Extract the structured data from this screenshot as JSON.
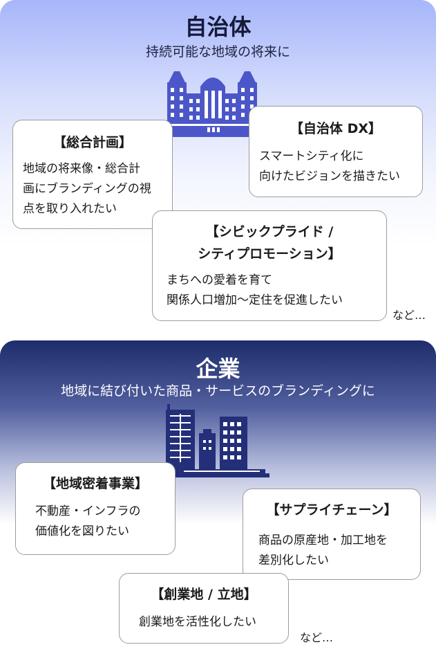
{
  "government": {
    "title": "自治体",
    "subtitle": "持続可能な地域の将来に",
    "etc": "など…",
    "cards": [
      {
        "title": "【総合計画】",
        "body": "地域の将来像・総合計\n画にブランディングの視\n点を取り入れたい"
      },
      {
        "title": "【自治体 DX】",
        "body": "スマートシティ化に\n向けたビジョンを描きたい"
      },
      {
        "title": "【シビックプライド /\nシティプロモーション】",
        "body": "まちへの愛着を育て\n関係人口増加〜定住を促進したい"
      }
    ]
  },
  "corporate": {
    "title": "企業",
    "subtitle": "地域に結び付いた商品・サービスのブランディングに",
    "etc": "など…",
    "cards": [
      {
        "title": "【地域密着事業】",
        "body": "不動産・インフラの\n価値化を図りたい"
      },
      {
        "title": "【サプライチェーン】",
        "body": "商品の原産地・加工地を\n差別化したい"
      },
      {
        "title": "【創業地 / 立地】",
        "body": "創業地を活性化したい"
      }
    ]
  },
  "colors": {
    "gov_gradient_top": "#a6b6fa",
    "corp_gradient_top": "#1d2c6a",
    "building_blue": "#4b57c8",
    "building_navy": "#232f78"
  },
  "icons": {
    "government": "city-hall-building-icon",
    "corporate": "office-buildings-icon"
  }
}
